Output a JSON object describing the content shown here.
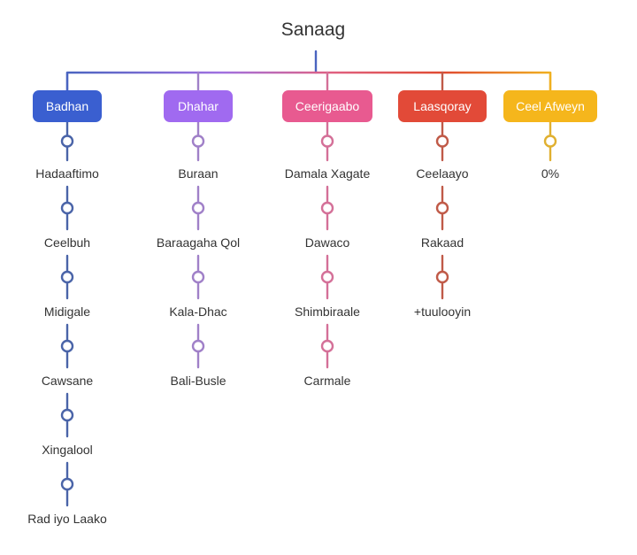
{
  "root": {
    "title": "Sanaag"
  },
  "districts": [
    {
      "name": "Badhan",
      "color": "#3a5fd0",
      "line_color": "#4a64a8",
      "towns": [
        "Hadaaftimo",
        "Ceelbuh",
        "Midigale",
        "Cawsane",
        "Xingalool",
        "Rad iyo Laako"
      ]
    },
    {
      "name": "Dhahar",
      "color": "#a06af0",
      "line_color": "#a080c8",
      "towns": [
        "Buraan",
        "Baraagaha Qol",
        "Kala-Dhac",
        "Bali-Busle"
      ]
    },
    {
      "name": "Ceerigaabo",
      "color": "#e85a90",
      "line_color": "#d47098",
      "towns": [
        "Damala Xagate",
        "Dawaco",
        "Shimbiraale",
        "Carmale"
      ]
    },
    {
      "name": "Laasqoray",
      "color": "#e24a38",
      "line_color": "#c05a48",
      "towns": [
        "Ceelaayo",
        "Rakaad",
        "+tuulooyin"
      ]
    },
    {
      "name": "Ceel Afweyn",
      "color": "#f5b61c",
      "line_color": "#e0b030",
      "towns": [
        "0%"
      ]
    }
  ]
}
